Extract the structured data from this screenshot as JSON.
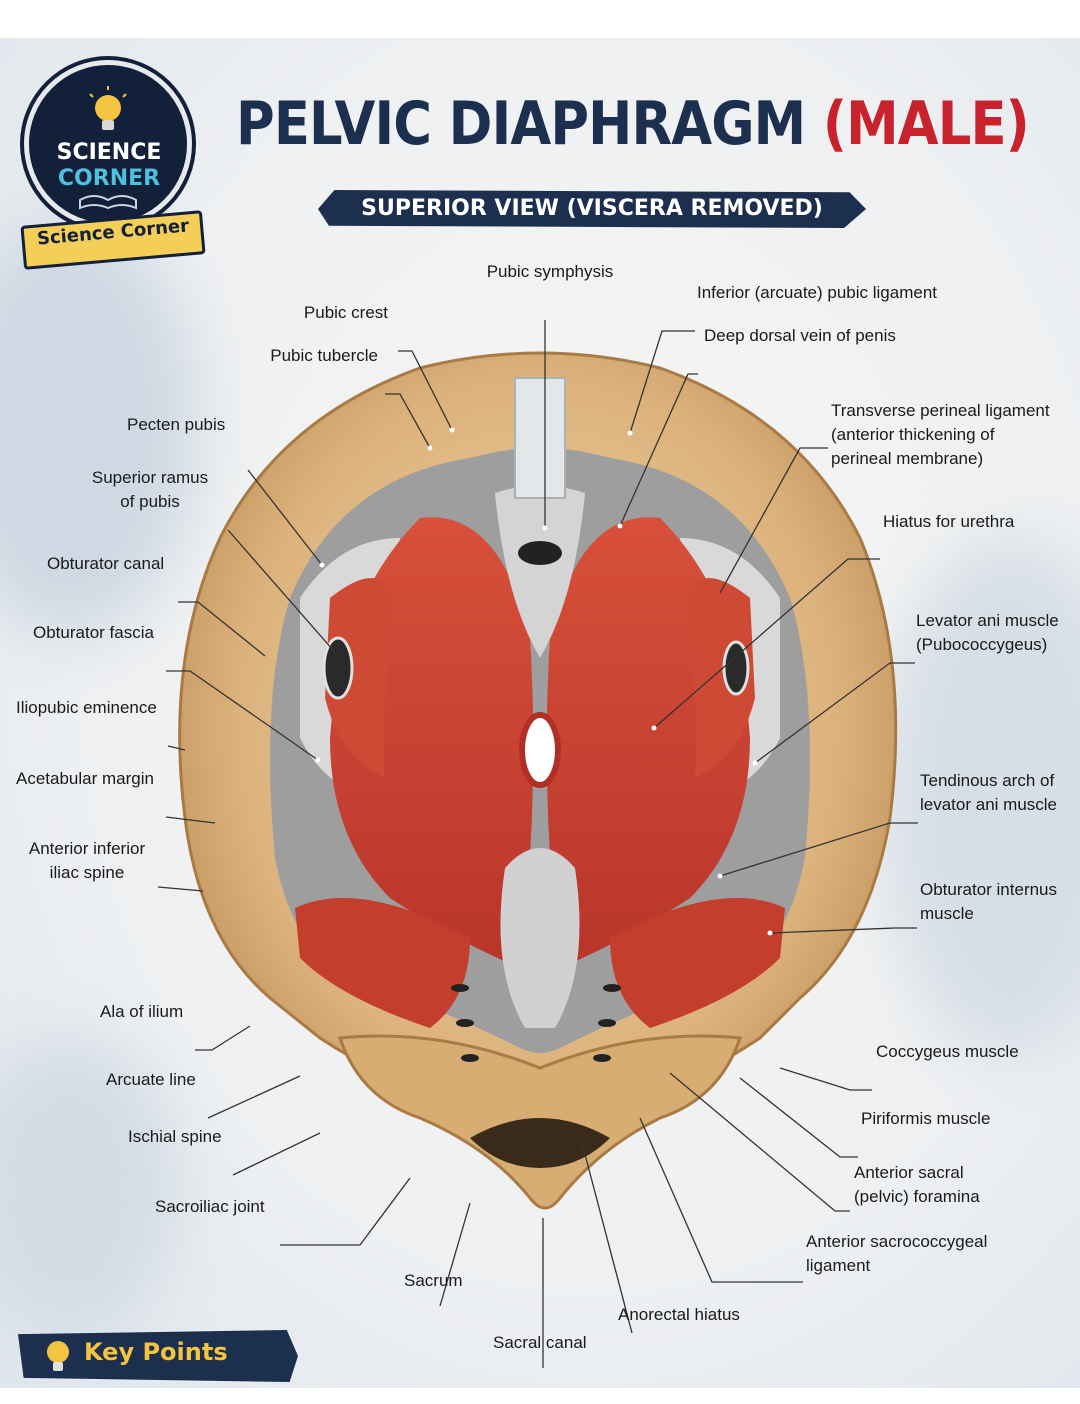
{
  "header": {
    "title_main": "PELVIC DIAPHRAGM",
    "title_accent": "(MALE)",
    "subtitle": "SUPERIOR VIEW (VISCERA REMOVED)"
  },
  "logo": {
    "line1": "SCIENCE",
    "line2": "CORNER",
    "ribbon": "Science Corner",
    "icon": "lightbulb-book-icon"
  },
  "labels": {
    "pubic_symphysis": "Pubic symphysis",
    "inferior_arcuate_pubic_ligament": "Inferior (arcuate) pubic ligament",
    "pubic_crest": "Pubic crest",
    "deep_dorsal_vein": "Deep dorsal vein of penis",
    "pubic_tubercle": "Pubic tubercle",
    "transverse_perineal_ligament": "Transverse perineal ligament\n(anterior thickening of\nperineal membrane)",
    "pecten_pubis": "Pecten pubis",
    "superior_ramus": "Superior ramus\nof pubis",
    "hiatus_urethra": "Hiatus for urethra",
    "obturator_canal": "Obturator canal",
    "levator_ani": "Levator ani muscle\n(Pubococcygeus)",
    "obturator_fascia": "Obturator fascia",
    "iliopubic_eminence": "Iliopubic eminence",
    "acetabular_margin": "Acetabular margin",
    "tendinous_arch": "Tendinous arch of\nlevator ani muscle",
    "anterior_inferior_iliac_spine": "Anterior inferior\niliac spine",
    "obturator_internus": "Obturator internus\nmuscle",
    "ala_of_ilium": "Ala of ilium",
    "coccygeus": "Coccygeus muscle",
    "arcuate_line": "Arcuate line",
    "piriformis": "Piriformis muscle",
    "ischial_spine": "Ischial spine",
    "anterior_sacral_foramina": "Anterior sacral\n(pelvic) foramina",
    "sacroiliac_joint": "Sacroiliac joint",
    "anterior_sacrococcygeal_ligament": "Anterior sacrococcygeal\nligament",
    "sacrum": "Sacrum",
    "anorectal_hiatus": "Anorectal hiatus",
    "sacral_canal": "Sacral canal"
  },
  "footer": {
    "key_points": "Key Points",
    "icon": "lightbulb-icon"
  },
  "colors": {
    "navy": "#1d2f4f",
    "red": "#c8232c",
    "bone": "#dcb27c",
    "muscle": "#c9402f",
    "fascia": "#dcdcdc",
    "gold": "#f3c43f"
  }
}
